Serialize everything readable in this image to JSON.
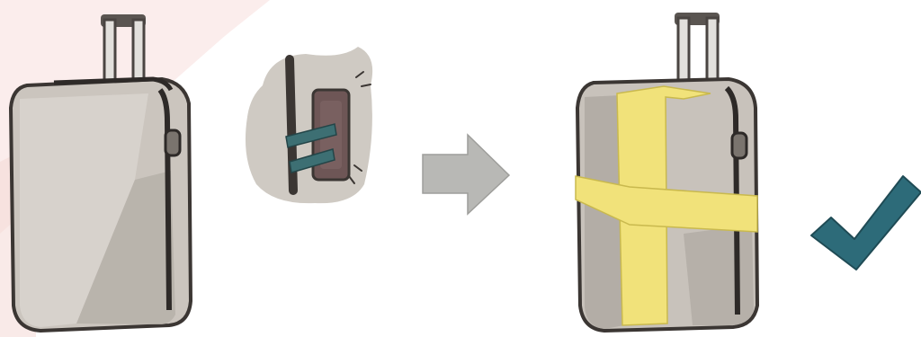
{
  "illustration": {
    "steps": [
      "suitcase-without-strap",
      "closeup-of-strap-buckle",
      "arrow-to-result",
      "suitcase-with-cross-strap",
      "checkmark"
    ]
  },
  "colors": {
    "background": "#ffffff",
    "bg_accent": "#f9e7e5",
    "suitcase_body": "#c8c2bb",
    "suitcase_shadow": "#a39d96",
    "suitcase_dark": "#3b3633",
    "handle": "#d9d6d2",
    "closeup_blob": "#cfcac3",
    "buckle": "#6e5656",
    "strap_teal": "#3d6f73",
    "arrow": "#b8b8b5",
    "strap_yellow": "#f1e27a",
    "check": "#2d6b79"
  }
}
